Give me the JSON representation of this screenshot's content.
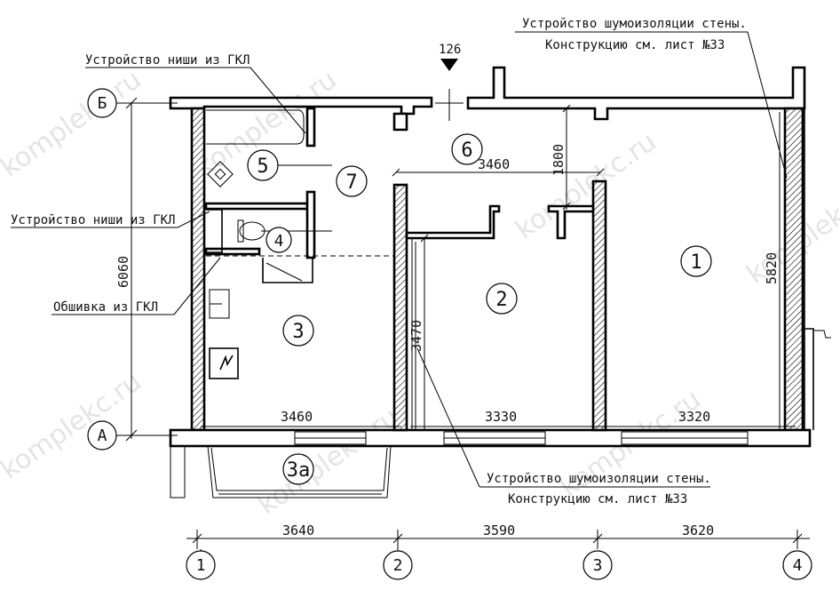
{
  "watermark": "komplekc.ru",
  "section_mark": "126",
  "annotations": {
    "top_right_line1": "Устройство шумоизоляции стены.",
    "top_right_line2": "Конструкцию см. лист №33",
    "niche_top": "Устройство ниши из ГКЛ",
    "niche_left": "Устройство ниши из ГКЛ",
    "cladding": "Обшивка из ГКЛ",
    "bottom_line1": "Устройство шумоизоляции стены.",
    "bottom_line2": "Конструкцию см. лист №33"
  },
  "rooms": [
    "1",
    "2",
    "3",
    "3а",
    "4",
    "5",
    "6",
    "7"
  ],
  "dimensions": {
    "room6_width": "3460",
    "room6_depth": "1800",
    "room1_depth": "5820",
    "room2_depth": "3470",
    "left_total": "6060",
    "room3_width": "3460",
    "room2_width": "3330",
    "room1_width": "3320",
    "axis_1_2": "3640",
    "axis_2_3": "3590",
    "axis_3_4": "3620"
  },
  "axes": {
    "row_top": "Б",
    "row_bottom": "А",
    "col": [
      "1",
      "2",
      "3",
      "4"
    ]
  }
}
